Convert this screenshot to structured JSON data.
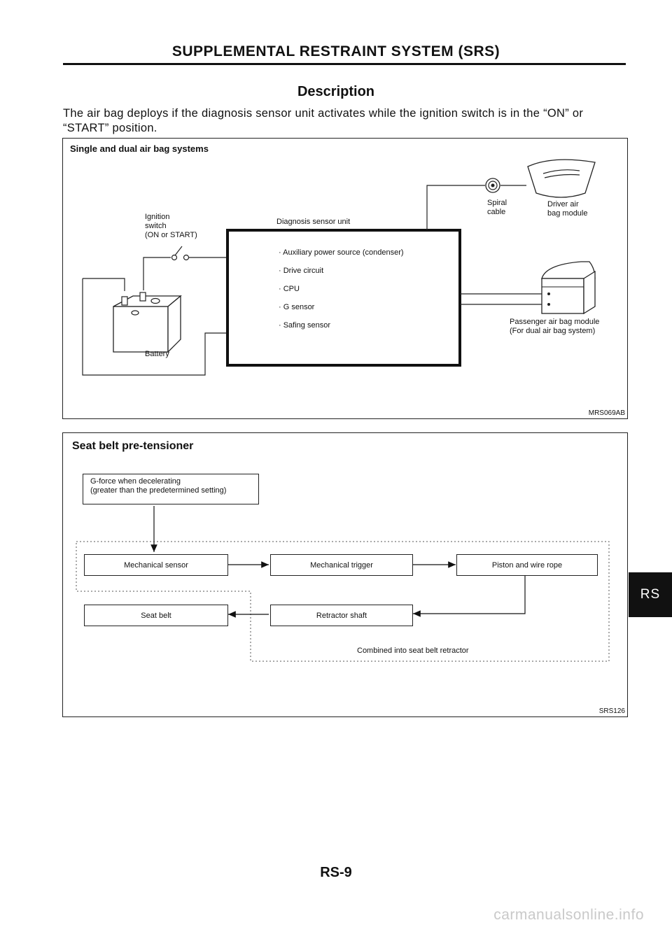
{
  "header": {
    "title": "SUPPLEMENTAL RESTRAINT SYSTEM (SRS)"
  },
  "section": {
    "title": "Description"
  },
  "intro": "The air bag deploys if the diagnosis sensor unit activates while the ignition switch is in the “ON” or “START” position.",
  "figure1": {
    "title": "Single and dual air bag systems",
    "ignition_label": [
      "Ignition",
      "switch",
      "(ON or START)"
    ],
    "battery_label": "Battery",
    "diag_unit_label": "Diagnosis sensor unit",
    "diag_items": [
      "· Auxiliary power source (condenser)",
      "· Drive circuit",
      "· CPU",
      "· G sensor",
      "· Safing sensor"
    ],
    "spiral_label": [
      "Spiral",
      "cable"
    ],
    "driver_label": [
      "Driver air",
      "bag module"
    ],
    "passenger_label": [
      "Passenger air bag module",
      "(For dual air bag system)"
    ],
    "code": "MRS069AB"
  },
  "figure2": {
    "title": "Seat belt pre-tensioner",
    "gforce_label": [
      "G-force when decelerating",
      "(greater than the predetermined setting)"
    ],
    "mech_sensor": "Mechanical sensor",
    "mech_trigger": "Mechanical trigger",
    "piston": "Piston and wire rope",
    "seat_belt": "Seat belt",
    "retractor": "Retractor shaft",
    "combined": "Combined into seat belt retractor",
    "code": "SRS126"
  },
  "side_tab": "RS",
  "page_number": "RS-9",
  "watermark": "carmanualsonline.info"
}
